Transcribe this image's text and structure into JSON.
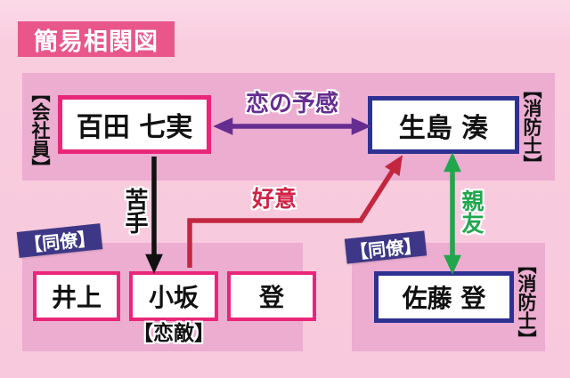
{
  "title": "簡易相関図",
  "people": {
    "momota": "百田 七実",
    "ikushima": "生島 湊",
    "inoue": "井上",
    "kosaka": "小坂",
    "noboru": "登",
    "sato": "佐藤 登"
  },
  "roles": {
    "office_worker": "【会社員】",
    "firefighter_top": "【消防士】",
    "firefighter_bottom": "【消防士】"
  },
  "tags": {
    "colleagues_left": "【同僚】",
    "colleagues_right": "【同僚】",
    "love_rival": "【恋敵】"
  },
  "relations": {
    "love_premonition": {
      "label": "恋の予感",
      "color": "#662D91",
      "type": "mutual"
    },
    "dislike": {
      "label": "苦手",
      "color": "#111111",
      "type": "one-way"
    },
    "affection": {
      "label": "好意",
      "color": "#D12245",
      "type": "one-way"
    },
    "best_friends": {
      "label": "親友",
      "color": "#21A64D",
      "type": "mutual"
    }
  },
  "colors": {
    "background": "#F9CCDE",
    "panel": "#ECADD1",
    "title_bg": "#E8568A",
    "magenta_border": "#E9267A",
    "navy_border": "#2E3192",
    "tag_bg": "#3E3787"
  }
}
